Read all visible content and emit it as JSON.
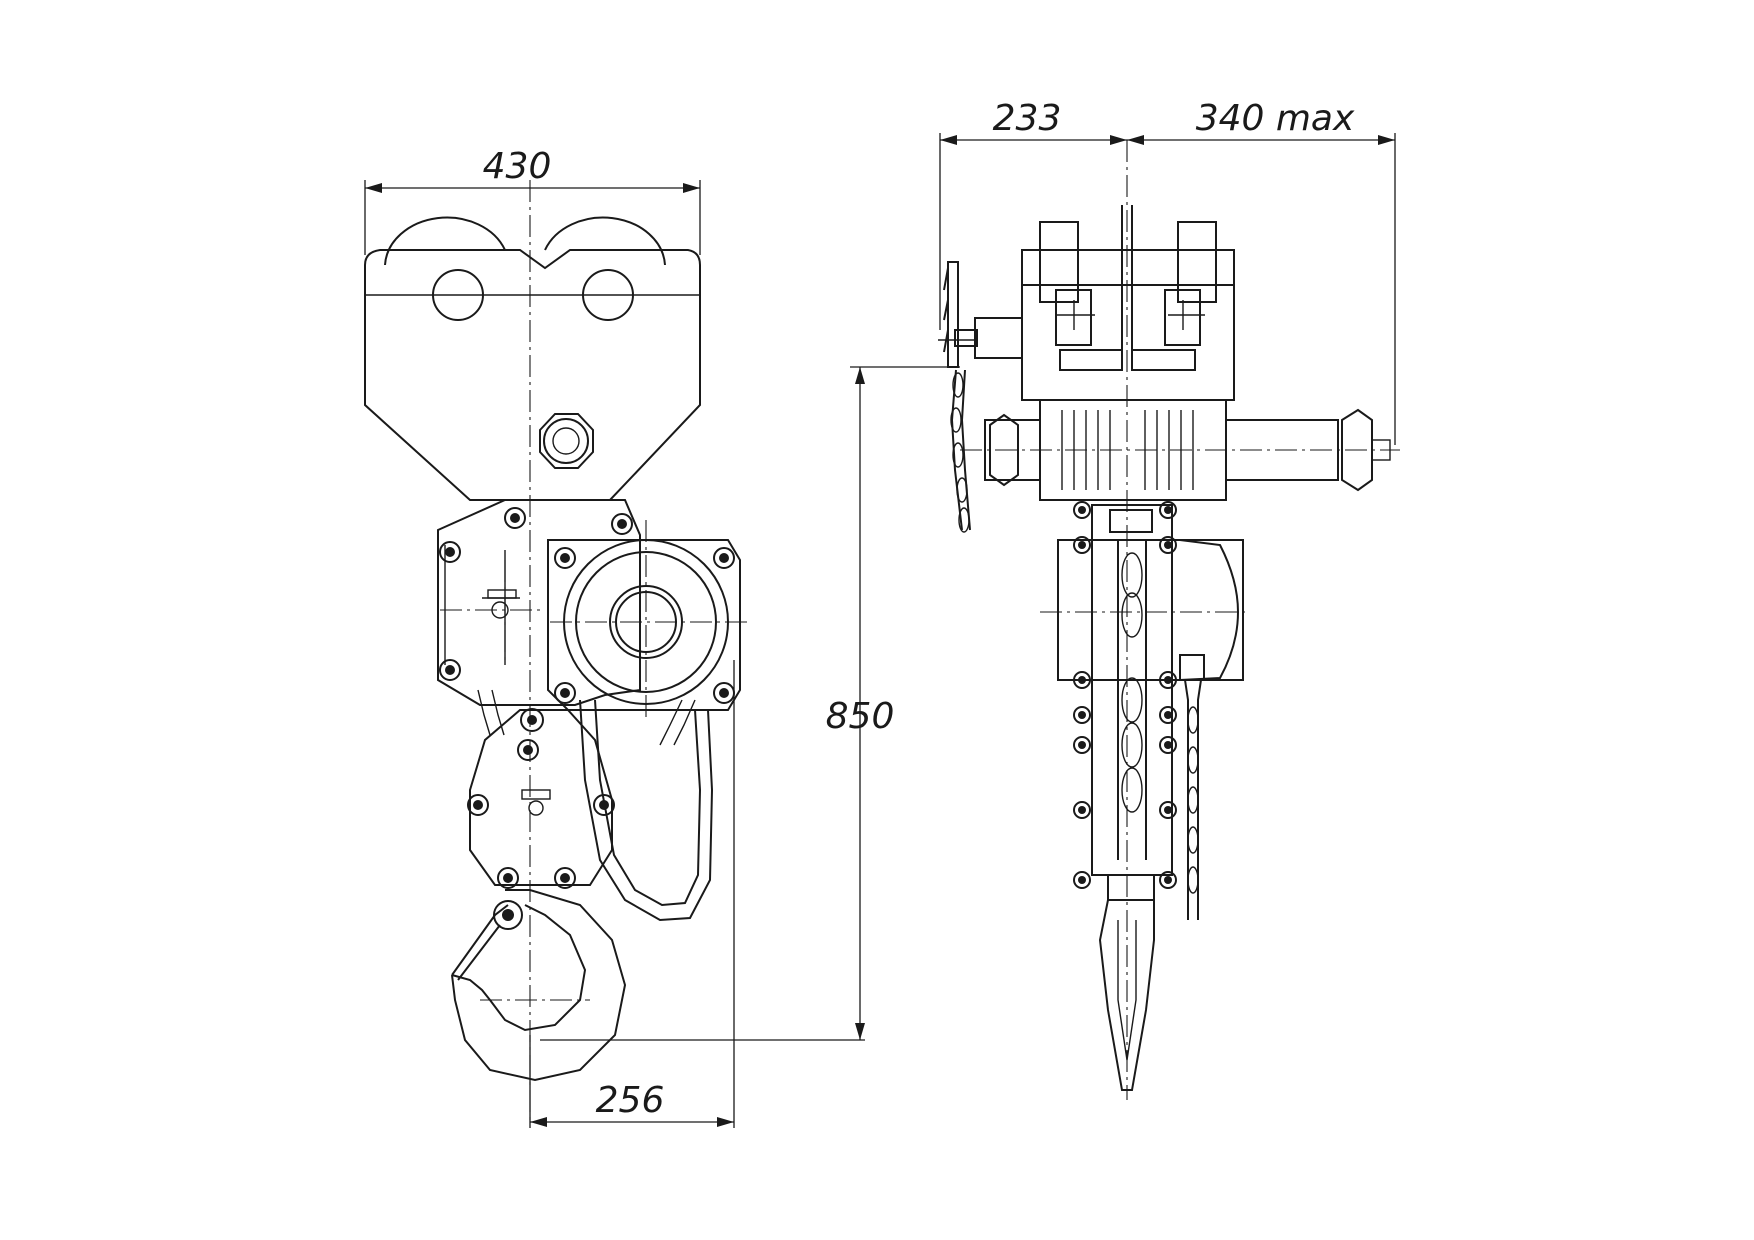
{
  "dimensions": {
    "width_top": "430",
    "hook_offset": "256",
    "height": "850",
    "side_left": "233",
    "side_right": "340 max"
  }
}
